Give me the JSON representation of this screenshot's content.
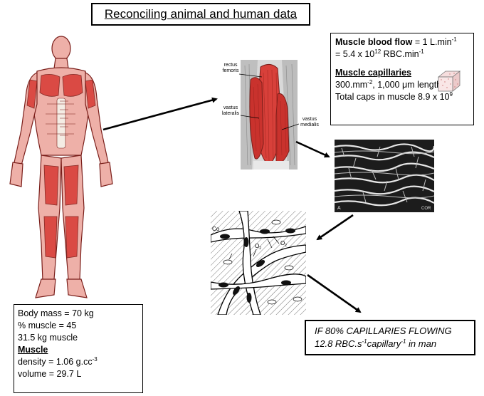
{
  "title": "Reconciling animal and human data",
  "body_box": {
    "line1": "Body mass = 70 kg",
    "line2": "% muscle = 45",
    "line3": "31.5 kg muscle",
    "muscle_heading": "Muscle",
    "density_prefix": "density = 1.06 g.cc",
    "density_sup": "-3",
    "volume": "volume = 29.7 L"
  },
  "flow_box": {
    "flow_label": "Muscle blood flow",
    "flow_value_prefix": " = 1 L.min",
    "flow_value_sup": "-1",
    "rbc_prefix": "= 5.4 x 10",
    "rbc_exp": "12",
    "rbc_mid": " RBC.min",
    "rbc_sup": "-1",
    "capillaries_heading": "Muscle capillaries",
    "density_prefix": "300.mm",
    "density_sup": "-2",
    "density_suffix": ", 1,000 μm length",
    "total_prefix": "Total caps in muscle 8.9 x 10",
    "total_exp": "9"
  },
  "thigh_labels": {
    "rectus_1": "rectus",
    "rectus_2": "femoris",
    "vastus_lat_1": "vastus",
    "vastus_lat_2": "lateralis",
    "vastus_med_1": "vastus",
    "vastus_med_2": "medialis"
  },
  "micro_labels": {
    "left": "A",
    "right": "COR"
  },
  "diagram_labels": {
    "o2_a": "O",
    "o2_a_sub": "2",
    "o2_b": "O",
    "o2_b_sub": "2",
    "co": "Co"
  },
  "conclusion": {
    "line1": "IF 80% CAPILLARIES FLOWING",
    "line2_prefix": "12.8 RBC.s",
    "line2_sup1": "-1",
    "line2_mid": "capillary",
    "line2_sup2": "-1",
    "line2_suffix": "  in man"
  },
  "colors": {
    "muscle_red": "#d8403a",
    "muscle_pink": "#eeb0a8",
    "muscle_outline": "#7a1e1a",
    "bone": "#f4ece4"
  }
}
